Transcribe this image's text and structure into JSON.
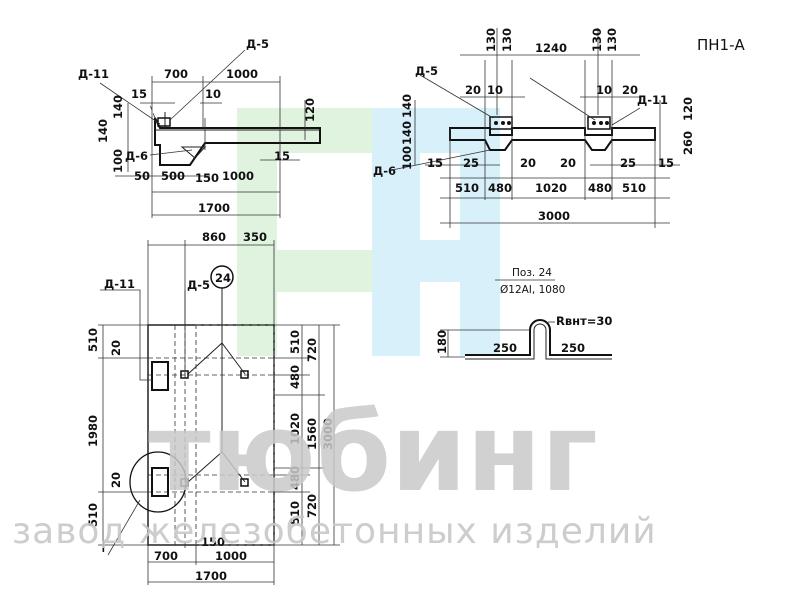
{
  "title": "ПН1-А",
  "watermark": {
    "main": "тюбинг",
    "sub": "завод железобетонных изделий"
  },
  "side_view": {
    "detail_labels": [
      "Д-11",
      "Д-5",
      "Д-6"
    ],
    "dims": [
      "700",
      "1000",
      "15",
      "10",
      "120",
      "140",
      "140",
      "100",
      "15",
      "50",
      "500",
      "150",
      "1000",
      "1700"
    ]
  },
  "front_view": {
    "detail_labels": [
      "Д-5",
      "Д-11",
      "Д-6"
    ],
    "dims_top": [
      "130",
      "130",
      "1240",
      "130",
      "130"
    ],
    "dims_mid": [
      "20",
      "10",
      "10",
      "20",
      "120",
      "260",
      "140",
      "140",
      "100",
      "15",
      "25",
      "20",
      "20",
      "25",
      "15"
    ],
    "dims_bottom": [
      "510",
      "480",
      "1020",
      "480",
      "510",
      "3000"
    ]
  },
  "plan_view": {
    "position_marker": "24",
    "detail_labels": [
      "Д-11",
      "Д-5"
    ],
    "section_mark": "I",
    "dims_top": [
      "860",
      "350"
    ],
    "dims_left": [
      "510",
      "20",
      "1980",
      "20",
      "510"
    ],
    "dims_right_a": [
      "510",
      "480",
      "1020",
      "480",
      "510"
    ],
    "dims_right_b": [
      "720",
      "1560",
      "720"
    ],
    "dims_right_c": "3000",
    "dims_bottom": [
      "150",
      "700",
      "1000",
      "1700"
    ]
  },
  "loop_detail": {
    "label": "Поз. 24",
    "spec": "Ø12AI, 1080",
    "radius": "Rвнт=30",
    "height": "180",
    "left_len": "250",
    "right_len": "250"
  }
}
